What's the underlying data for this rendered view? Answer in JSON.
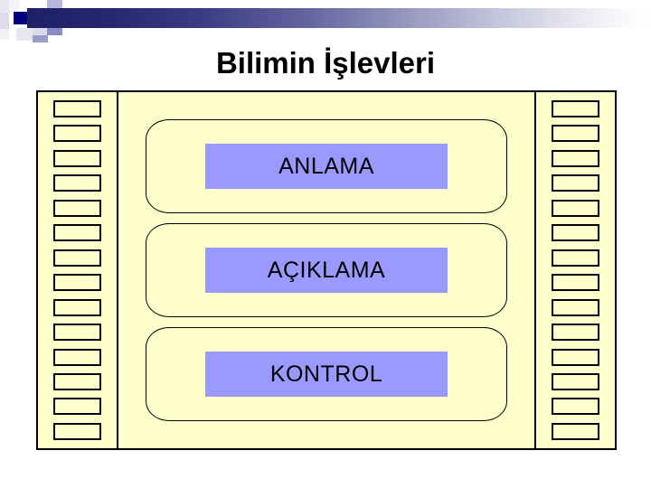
{
  "slide": {
    "title": "Bilimin İşlevleri",
    "background_color": "#FFFFFF"
  },
  "decoration": {
    "name": "powerpoint-title-band",
    "gradient_from": "#1F2167",
    "gradient_to": "#FFFFFF",
    "corner_square_colors": [
      "#000080",
      "#9999CC",
      "#CCCCE6",
      "#B3B3D9"
    ]
  },
  "diagram": {
    "name": "filmstrip-frame",
    "frame_fill": "#FFFFCC",
    "frame_border": "#000000",
    "sprocket_count_per_side": 14,
    "panels": [
      {
        "id": "panel-anlama",
        "label": "ANLAMA",
        "chip_color": "#9999FF"
      },
      {
        "id": "panel-aciklama",
        "label": "AÇIKLAMA",
        "chip_color": "#9999FF"
      },
      {
        "id": "panel-kontrol",
        "label": "KONTROL",
        "chip_color": "#9999FF"
      }
    ]
  }
}
